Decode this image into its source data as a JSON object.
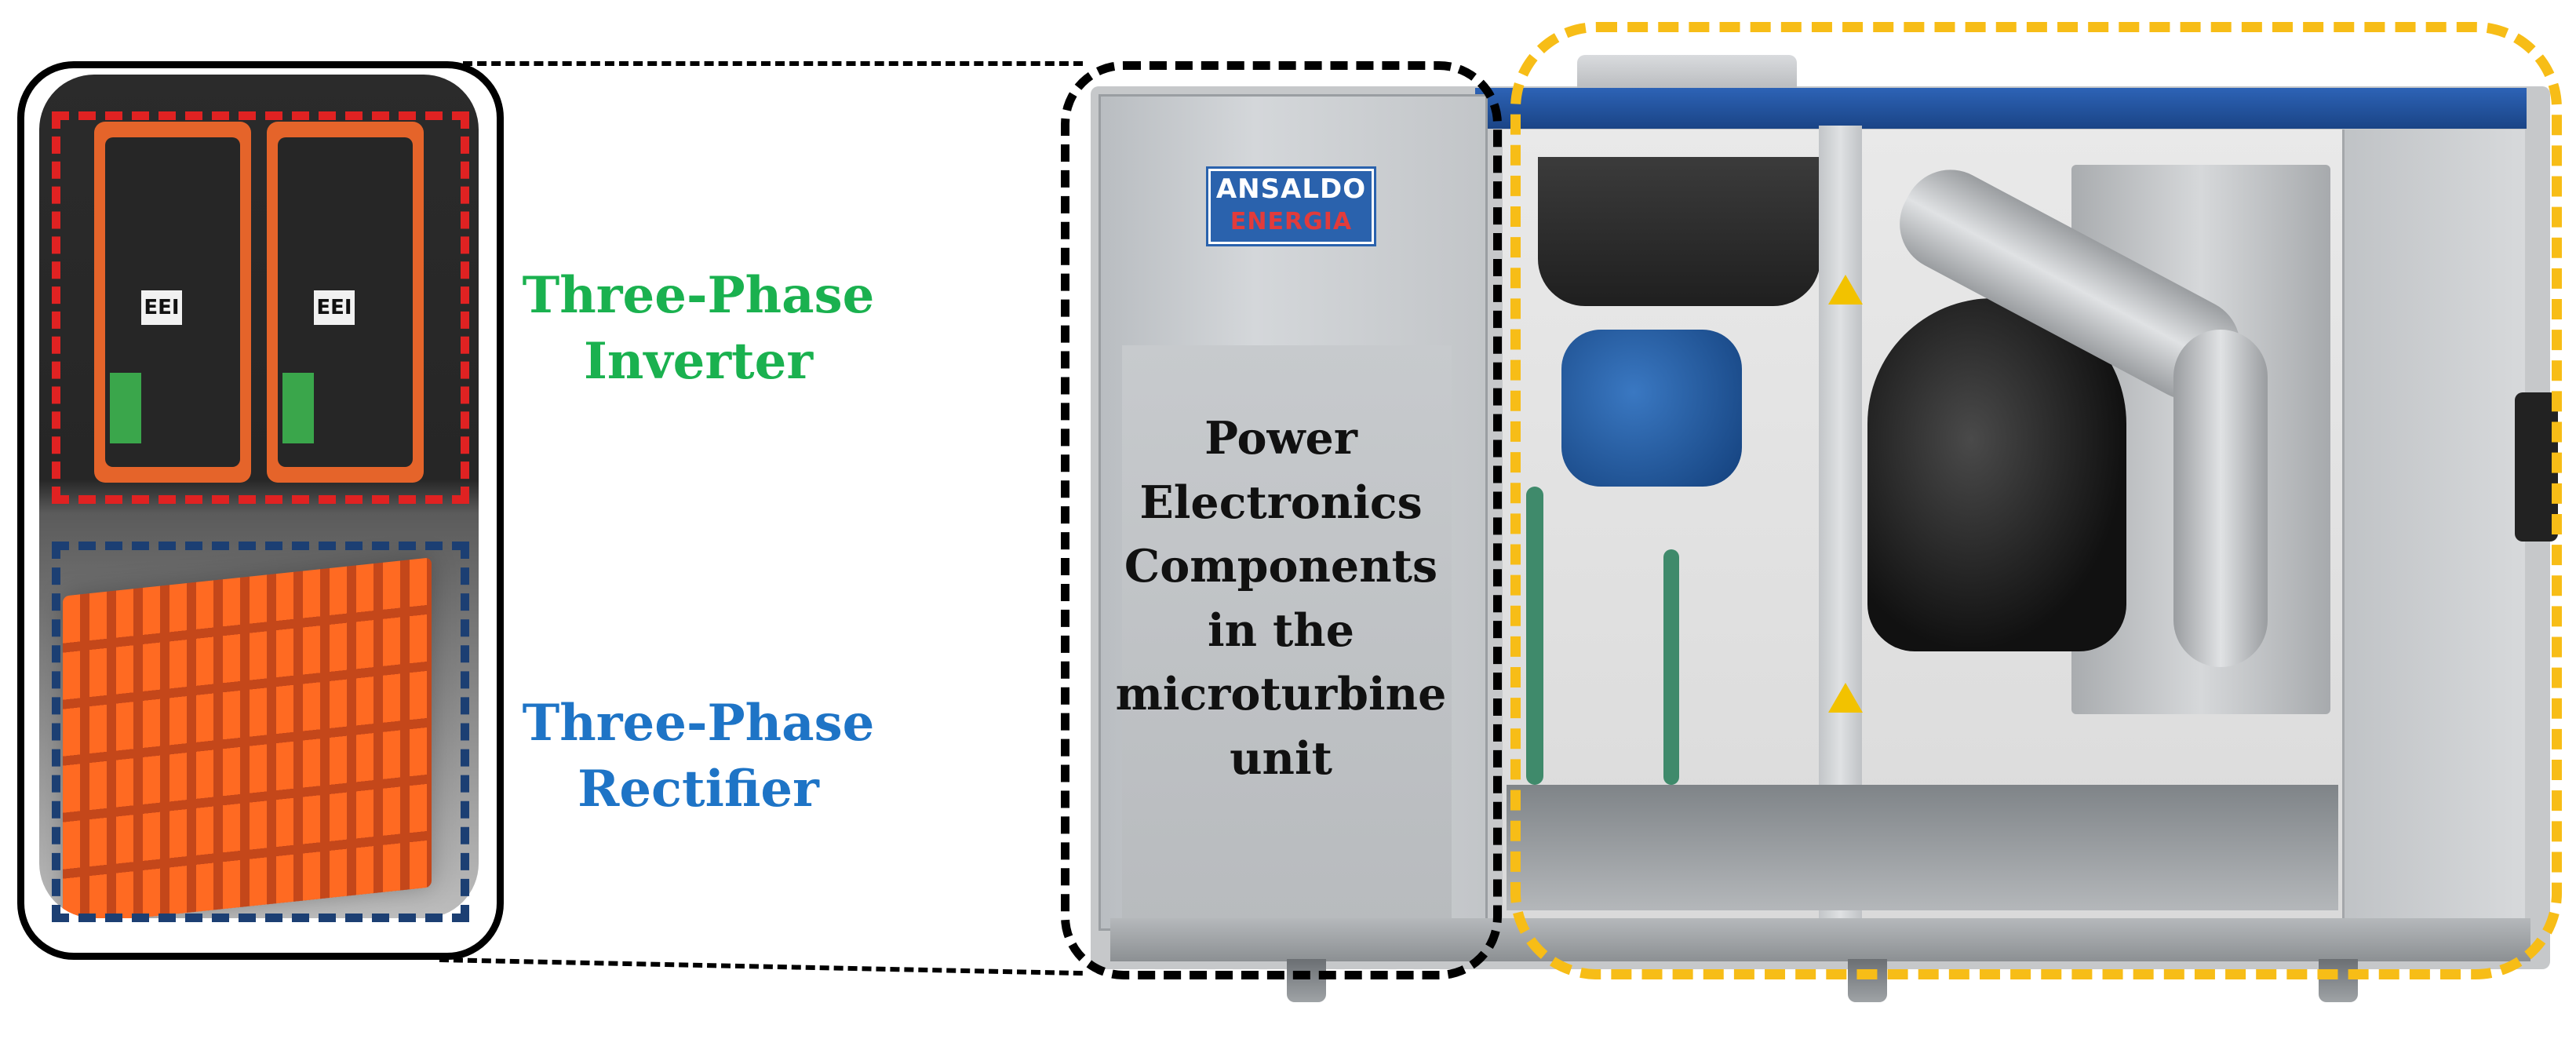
{
  "labels": {
    "inverter": [
      "Three-Phase",
      "Inverter"
    ],
    "rectifier": [
      "Three-Phase",
      "Rectifier"
    ],
    "power_electronics": [
      "Power",
      "Electronics",
      "Components",
      "in the",
      "microturbine",
      "unit"
    ]
  },
  "logo": {
    "line1": "ANSALDO",
    "line2": "ENERGIA"
  },
  "inverter_badge": "EEI",
  "colors": {
    "inverter_text": "#1ab14f",
    "rectifier_text": "#1e74c6",
    "inverter_box": "#e02222",
    "rectifier_box": "#1c3f73",
    "turbine_box": "#f7bd17",
    "outline": "#000000"
  }
}
